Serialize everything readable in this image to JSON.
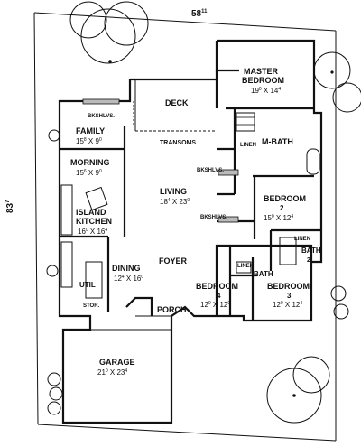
{
  "overall": {
    "width": "58",
    "width_sup": "11",
    "depth": "83",
    "depth_sup": "7"
  },
  "rooms": {
    "master_bedroom": {
      "name_1": "MASTER",
      "name_2": "BEDROOM",
      "size": "19",
      "size_s1": "0",
      "size_x": "X 14",
      "size_s2": "4"
    },
    "deck": {
      "name": "DECK"
    },
    "family": {
      "name": "FAMILY",
      "size": "15",
      "size_s1": "8",
      "size_x": "X 9",
      "size_s2": "0"
    },
    "morning": {
      "name": "MORNING",
      "size": "15",
      "size_s1": "6",
      "size_x": "X 9",
      "size_s2": "0"
    },
    "island_kitchen": {
      "name_1": "ISLAND",
      "name_2": "KITCHEN",
      "size": "16",
      "size_s1": "0",
      "size_x": "X 16",
      "size_s2": "4"
    },
    "living": {
      "name": "LIVING",
      "size": "18",
      "size_s1": "4",
      "size_x": "X 23",
      "size_s2": "0"
    },
    "m_bath": {
      "name": "M-BATH"
    },
    "bedroom_2": {
      "name": "BEDROOM",
      "num": "2",
      "size": "15",
      "size_s1": "0",
      "size_x": "X 12",
      "size_s2": "4"
    },
    "bath_2": {
      "name": "BATH",
      "num": "2"
    },
    "dining": {
      "name": "DINING",
      "size": "12",
      "size_s1": "4",
      "size_x": "X 16",
      "size_s2": "0"
    },
    "foyer": {
      "name": "FOYER"
    },
    "bath": {
      "name": "BATH"
    },
    "bedroom_4": {
      "name": "BEDROOM",
      "num": "4",
      "size": "12",
      "size_s1": "0",
      "size_x": "X 12",
      "size_s2": "0"
    },
    "bedroom_3": {
      "name": "BEDROOM",
      "num": "3",
      "size": "12",
      "size_s1": "0",
      "size_x": "X 12",
      "size_s2": "4"
    },
    "util": {
      "name": "UTIL"
    },
    "stor": {
      "name": "STOR."
    },
    "porch": {
      "name": "PORCH"
    },
    "garage": {
      "name": "GARAGE",
      "size": "21",
      "size_s1": "0",
      "size_x": "X 23",
      "size_s2": "4"
    }
  },
  "labels": {
    "bkshlvs_family": "BKSHLVS.",
    "transoms": "TRANSOMS",
    "linen_mbath": "LINEN",
    "bkshlvs_mid": "BKSHLVS.",
    "bkshlvs_low": "BKSHLVS.",
    "linen_bath2": "LINEN",
    "linen_hall": "LINEN"
  }
}
